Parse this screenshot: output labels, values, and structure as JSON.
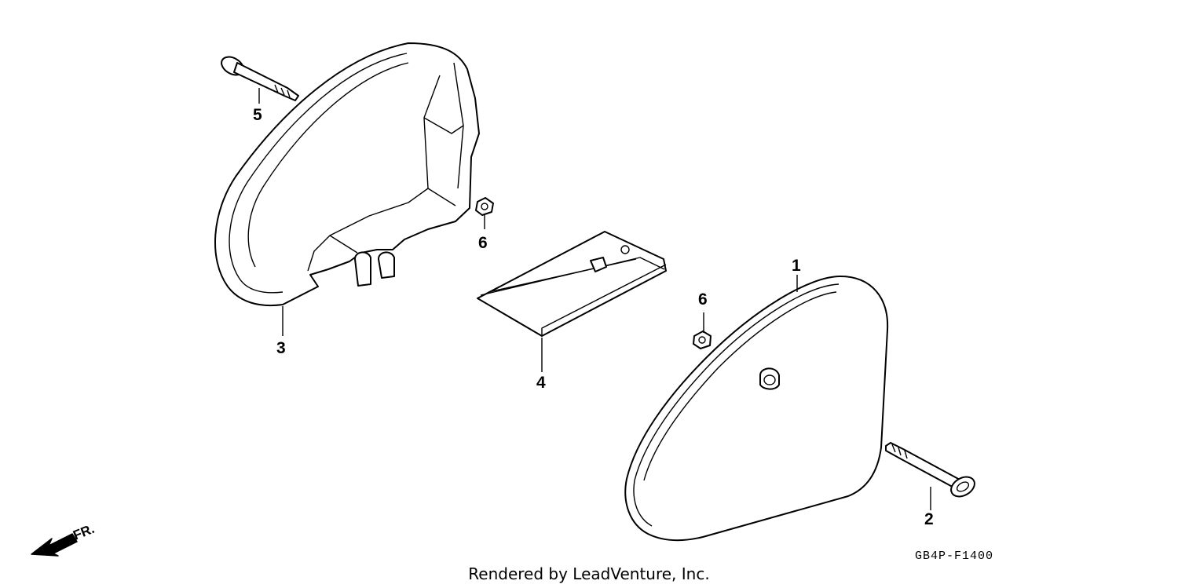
{
  "callouts": {
    "part_1": "1",
    "part_2": "2",
    "part_3": "3",
    "part_4": "4",
    "part_5": "5",
    "part_6a": "6",
    "part_6b": "6"
  },
  "direction_label": "FR.",
  "diagram_code": "GB4P-F1400",
  "credit": "Rendered by LeadVenture, Inc.",
  "icons": {
    "front_arrow": "front-arrow-icon"
  }
}
